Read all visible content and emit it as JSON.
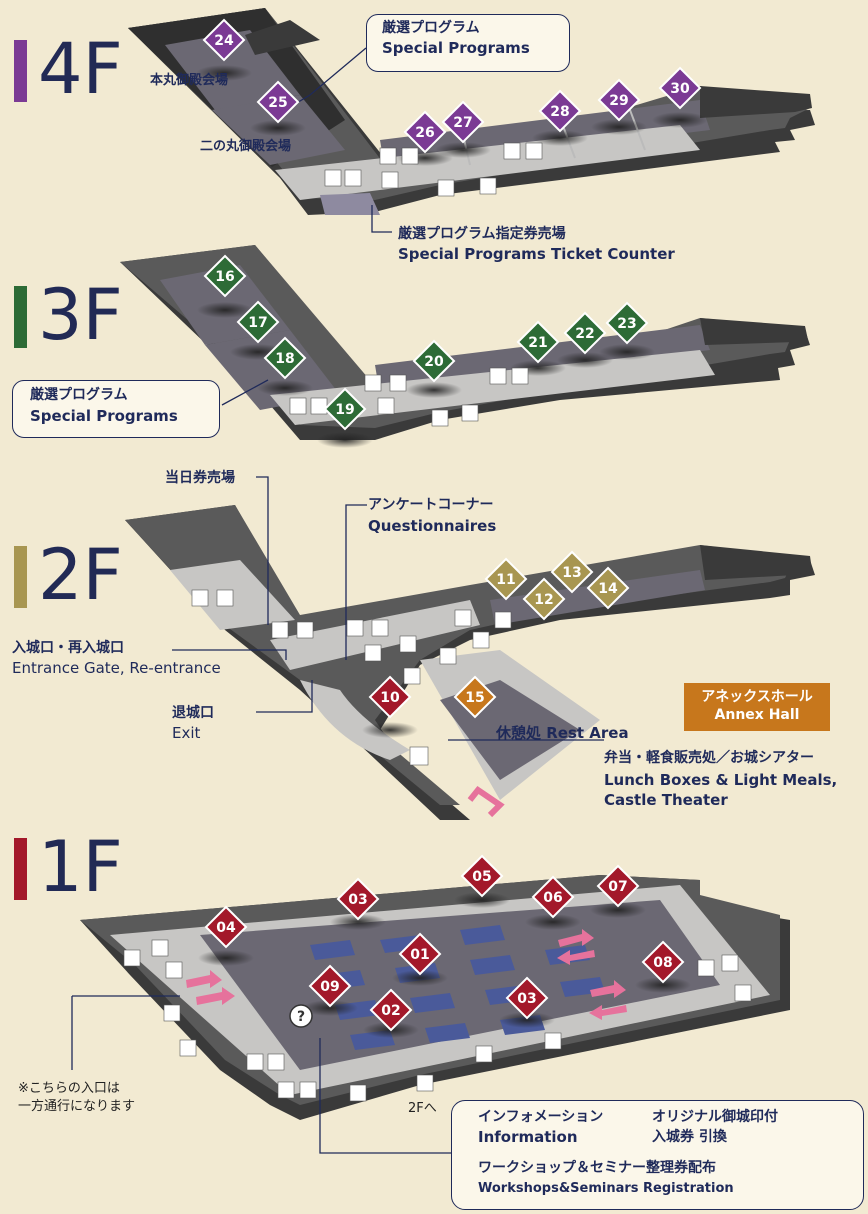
{
  "floors": {
    "f4": {
      "label": "4F",
      "color": "#7b3a94"
    },
    "f3": {
      "label": "3F",
      "color": "#2d6b36"
    },
    "f2": {
      "label": "2F",
      "color": "#a89651"
    },
    "f1": {
      "label": "1F",
      "color": "#a3182a"
    }
  },
  "labels_4f": {
    "special_jp": "厳選プログラム",
    "special_en": "Special Programs",
    "honmaru": "本丸御殿会場",
    "ninomaru": "二の丸御殿会場",
    "ticket_jp": "厳選プログラム指定券売場",
    "ticket_en": "Special Programs Ticket Counter"
  },
  "labels_3f": {
    "special_jp": "厳選プログラム",
    "special_en": "Special Programs"
  },
  "labels_2f": {
    "sameday": "当日券売場",
    "questionnaire_jp": "アンケートコーナー",
    "questionnaire_en": "Questionnaires",
    "entrance_jp": "入城口・再入城口",
    "entrance_en": "Entrance Gate, Re-entrance",
    "exit_jp": "退城口",
    "exit_en": "Exit",
    "annex_jp": "アネックスホール",
    "annex_en": "Annex Hall",
    "rest_area": "休憩処  Rest Area",
    "lunch_jp": "弁当・軽食販売処／お城シアター",
    "lunch_en1": "Lunch Boxes & Light Meals,",
    "lunch_en2": "Castle Theater"
  },
  "labels_1f": {
    "oneway1": "※こちらの入口は",
    "oneway2": "一方通行になります",
    "to2f": "2Fへ",
    "info_jp": "インフォメーション",
    "info_en": "Information",
    "stamp_jp": "オリジナル御城印付",
    "stamp_en": "入城券 引換",
    "workshop_jp": "ワークショップ＆セミナー整理券配布",
    "workshop_en": "Workshops&Seminars Registration"
  },
  "markers": {
    "m24": "24",
    "m25": "25",
    "m26": "26",
    "m27": "27",
    "m28": "28",
    "m29": "29",
    "m30": "30",
    "m16": "16",
    "m17": "17",
    "m18": "18",
    "m19": "19",
    "m20": "20",
    "m21": "21",
    "m22": "22",
    "m23": "23",
    "m10": "10",
    "m11": "11",
    "m12": "12",
    "m13": "13",
    "m14": "14",
    "m15": "15",
    "m01": "01",
    "m02": "02",
    "m03a": "03",
    "m03b": "03",
    "m04": "04",
    "m05": "05",
    "m06": "06",
    "m07": "07",
    "m08": "08",
    "m09": "09"
  }
}
